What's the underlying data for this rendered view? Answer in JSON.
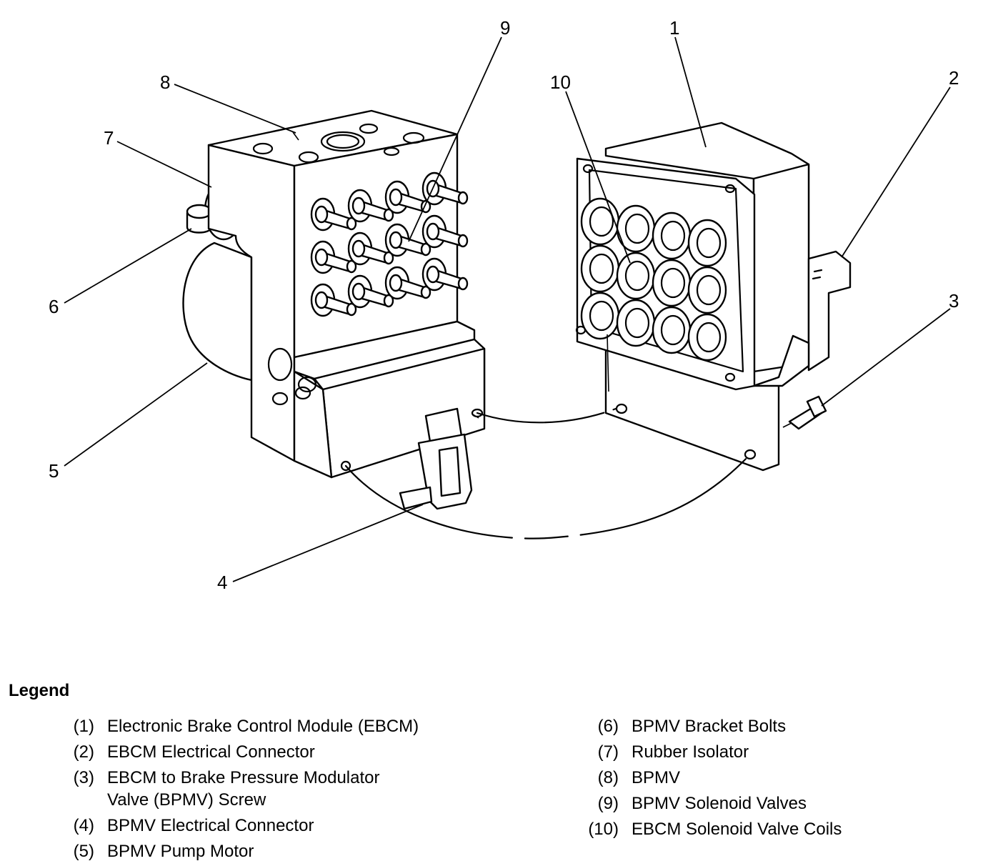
{
  "callouts": [
    "1",
    "2",
    "3",
    "4",
    "5",
    "6",
    "7",
    "8",
    "9",
    "10"
  ],
  "legend": {
    "title": "Legend",
    "left": [
      {
        "num": "(1)",
        "text": "Electronic Brake Control Module (EBCM)"
      },
      {
        "num": "(2)",
        "text": "EBCM Electrical Connector"
      },
      {
        "num": "(3)",
        "text": "EBCM to Brake Pressure Modulator\nValve (BPMV) Screw"
      },
      {
        "num": "(4)",
        "text": "BPMV Electrical Connector"
      },
      {
        "num": "(5)",
        "text": "BPMV Pump Motor"
      }
    ],
    "right": [
      {
        "num": "(6)",
        "text": "BPMV Bracket Bolts"
      },
      {
        "num": "(7)",
        "text": "Rubber Isolator"
      },
      {
        "num": "(8)",
        "text": "BPMV"
      },
      {
        "num": "(9)",
        "text": "BPMV Solenoid Valves"
      },
      {
        "num": "(10)",
        "text": "EBCM Solenoid Valve Coils"
      }
    ]
  }
}
